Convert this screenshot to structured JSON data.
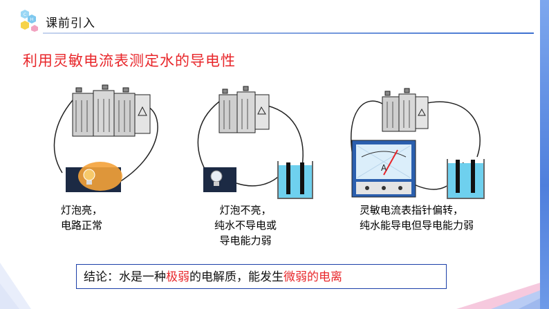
{
  "header": {
    "title": "课前引入",
    "logo_letters": [
      "C",
      "H"
    ]
  },
  "main_title": "利用灵敏电流表测定水的导电性",
  "experiments": [
    {
      "caption_lines": [
        "灯泡亮，",
        "电路正常"
      ]
    },
    {
      "caption_lines": [
        "灯泡不亮，",
        "纯水不导电或",
        "导电能力弱"
      ]
    },
    {
      "caption_lines": [
        "灵敏电流表指针偏转，",
        "纯水能导电但导电能力弱"
      ]
    }
  ],
  "meter_label": "A",
  "conclusion": {
    "p1": "结论：水是一种",
    "h1": "极弱",
    "p2": "的电解质，能发生",
    "h2": "微弱的电离"
  },
  "colors": {
    "accent_red": "#e8262a",
    "accent_blue": "#3b6fd0",
    "border_blue": "#1a3ea8"
  }
}
